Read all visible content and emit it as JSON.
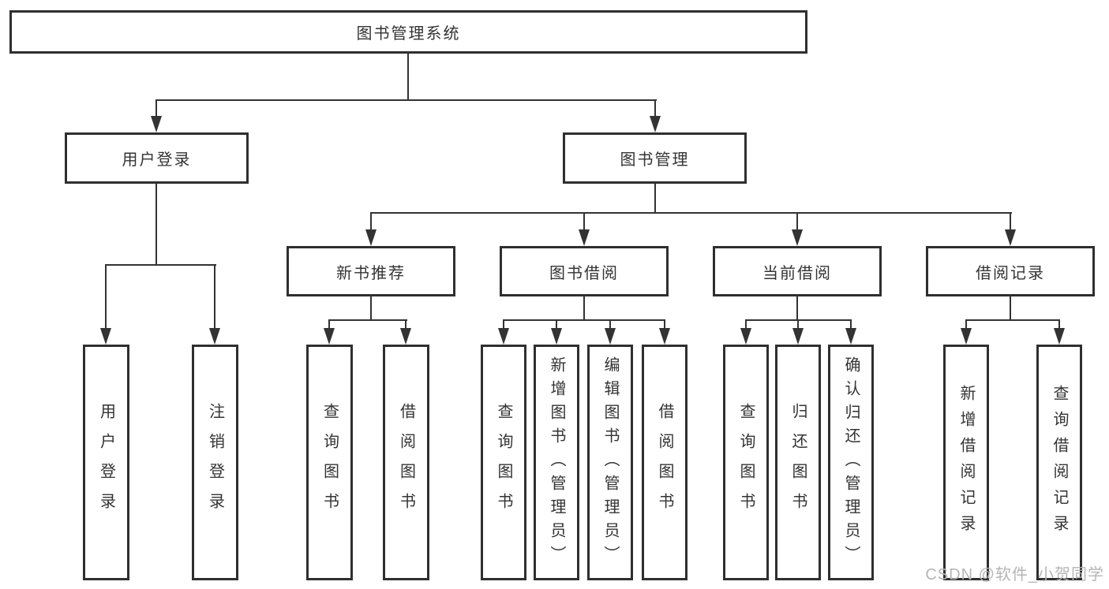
{
  "diagram": {
    "tree": {
      "label": "图书管理系统",
      "children": [
        {
          "label": "用户登录",
          "children": [
            {
              "label": "用户登录"
            },
            {
              "label": "注销登录"
            }
          ]
        },
        {
          "label": "图书管理",
          "children": [
            {
              "label": "新书推荐",
              "children": [
                {
                  "label": "查询图书"
                },
                {
                  "label": "借阅图书"
                }
              ]
            },
            {
              "label": "图书借阅",
              "children": [
                {
                  "label": "查询图书"
                },
                {
                  "label": "新增图书（管理员）"
                },
                {
                  "label": "编辑图书（管理员）"
                },
                {
                  "label": "借阅图书"
                }
              ]
            },
            {
              "label": "当前借阅",
              "children": [
                {
                  "label": "查询图书"
                },
                {
                  "label": "归还图书"
                },
                {
                  "label": "确认归还（管理员）"
                }
              ]
            },
            {
              "label": "借阅记录",
              "children": [
                {
                  "label": "新增借阅记录"
                },
                {
                  "label": "查询借阅记录"
                }
              ]
            }
          ]
        }
      ]
    }
  },
  "watermark": {
    "text": "CSDN @软件_小贺同学"
  },
  "colors": {
    "line": "#333333",
    "box_border": "#2f2f2f",
    "box_fill": "#ffffff",
    "text": "#333333",
    "watermark_text": "#b5b5b5",
    "background": "#ffffff"
  }
}
